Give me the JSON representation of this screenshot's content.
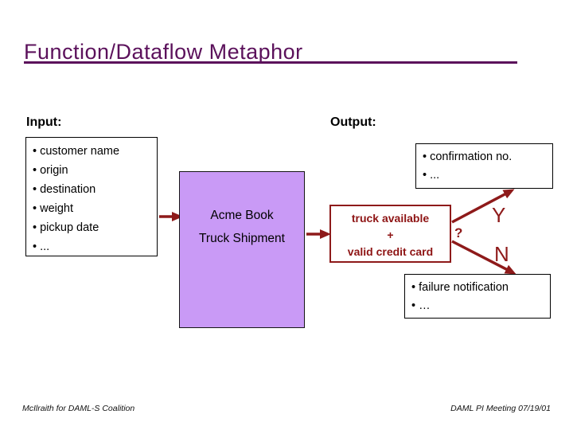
{
  "slide": {
    "title": "Function/Dataflow Metaphor",
    "input": {
      "label": "Input:",
      "items": [
        "customer name",
        "origin",
        "destination",
        "weight",
        "pickup date",
        "..."
      ]
    },
    "output": {
      "label": "Output:"
    },
    "process_box": {
      "line1": "Acme Book",
      "line2": "Truck Shipment"
    },
    "condition_box": {
      "line1": "truck available",
      "line2": "+",
      "line3": "valid credit card"
    },
    "decision": {
      "question": "?",
      "yes": "Y",
      "no": "N"
    },
    "confirmation_box": {
      "items": [
        "confirmation no.",
        "..."
      ]
    },
    "failure_box": {
      "items": [
        "failure notification",
        "…"
      ]
    },
    "footer": {
      "left": "McIlraith for DAML-S Coalition",
      "right": "DAML PI Meeting 07/19/01"
    },
    "colors": {
      "title_purple": "#5b115b",
      "flow_red": "#8e1a1a",
      "process_fill": "#c99af6"
    }
  }
}
